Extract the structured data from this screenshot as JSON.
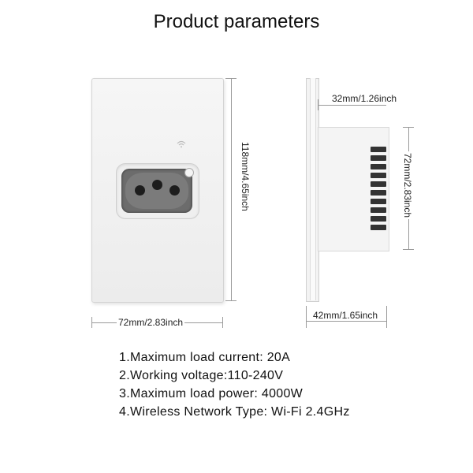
{
  "title": "Product parameters",
  "dimensions": {
    "height_label": "118mm/4.65inch",
    "width_label": "72mm/2.83inch",
    "glass_depth_label": "32mm/1.26inch",
    "body_height_label": "72mm/2.83inch",
    "total_depth_label": "42mm/1.65inch"
  },
  "specs": [
    "1.Maximum load current: 20A",
    "2.Working voltage:110-240V",
    "3.Maximum load power: 4000W",
    "4.Wireless Network Type: Wi-Fi 2.4GHz"
  ],
  "colors": {
    "panel": "#f0f0f0",
    "socket": "#6c6c6c",
    "pins": "#1d1d1d",
    "dimension_line": "#9a9a9a"
  },
  "icons": [
    "wifi-icon",
    "led-indicator"
  ]
}
